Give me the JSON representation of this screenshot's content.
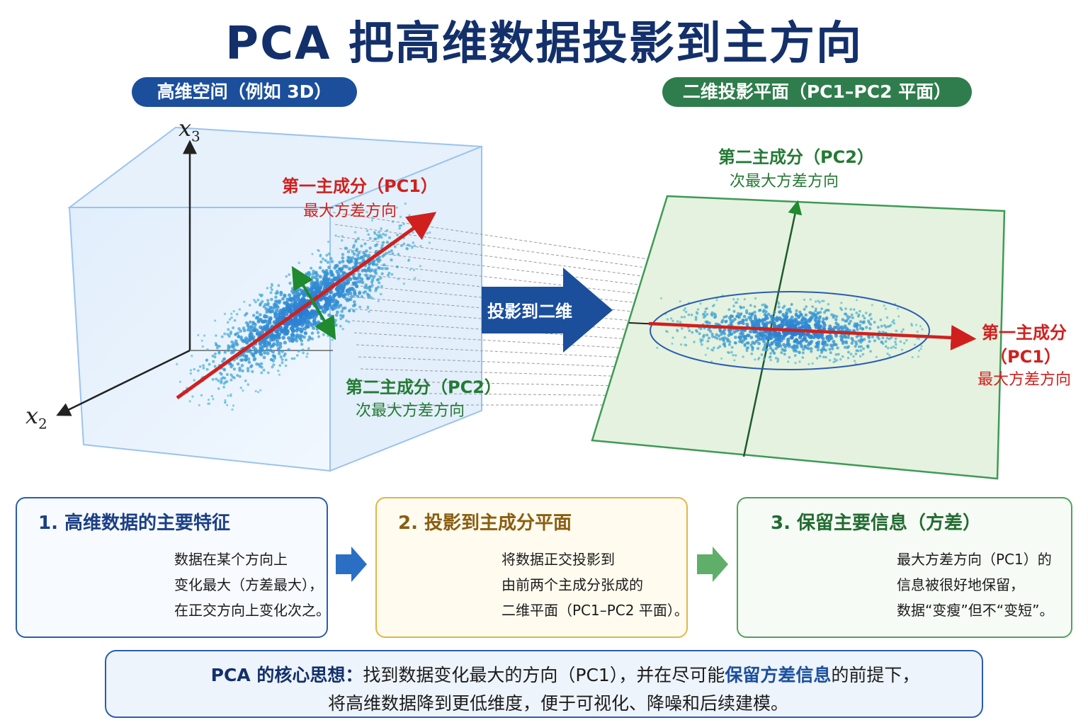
{
  "title": "PCA 把高维数据投影到主方向",
  "left_panel": {
    "header": "高维空间（例如 3D）",
    "axis_x3": "x",
    "axis_x3_sub": "3",
    "axis_x2": "x",
    "axis_x2_sub": "2",
    "pc1_title": "第一主成分（PC1）",
    "pc1_sub": "最大方差方向",
    "pc2_title": "第二主成分（PC2）",
    "pc2_sub": "次最大方差方向"
  },
  "projection_arrow_label": "投影到二维",
  "right_panel": {
    "header": "二维投影平面（PC1–PC2 平面）",
    "pc2_title": "第二主成分（PC2）",
    "pc2_sub": "次最大方差方向",
    "pc1_title_line1": "第一主成分",
    "pc1_title_line2": "（PC1）",
    "pc1_sub": "最大方差方向"
  },
  "steps": [
    {
      "title": "1. 高维数据的主要特征",
      "lines": [
        "数据在某个方向上",
        "变化最大（方差最大），",
        "在正交方向上变化次之。"
      ]
    },
    {
      "title": "2. 投影到主成分平面",
      "lines": [
        "将数据正交投影到",
        "由前两个主成分张成的",
        "二维平面（PC1–PC2 平面）。"
      ]
    },
    {
      "title": "3. 保留主要信息（方差）",
      "lines": [
        "最大方差方向（PC1）的",
        "信息被很好地保留，",
        "数据“变瘦”但不“变短”。"
      ]
    }
  ],
  "core_idea": {
    "label": "PCA 的核心思想：",
    "text_a": "找到数据变化最大的方向（PC1），并在尽可能",
    "highlight": "保留方差信息",
    "text_b": "的前提下，",
    "line2": "将高维数据降到更低维度，便于可视化、降噪和后续建模。"
  },
  "colors": {
    "title": "#13306b",
    "pc1": "#d0201e",
    "pc2": "#247a34",
    "points": "#1f5fd0",
    "blue_header": "#1b4f9c",
    "green_header": "#2f7d4c"
  }
}
